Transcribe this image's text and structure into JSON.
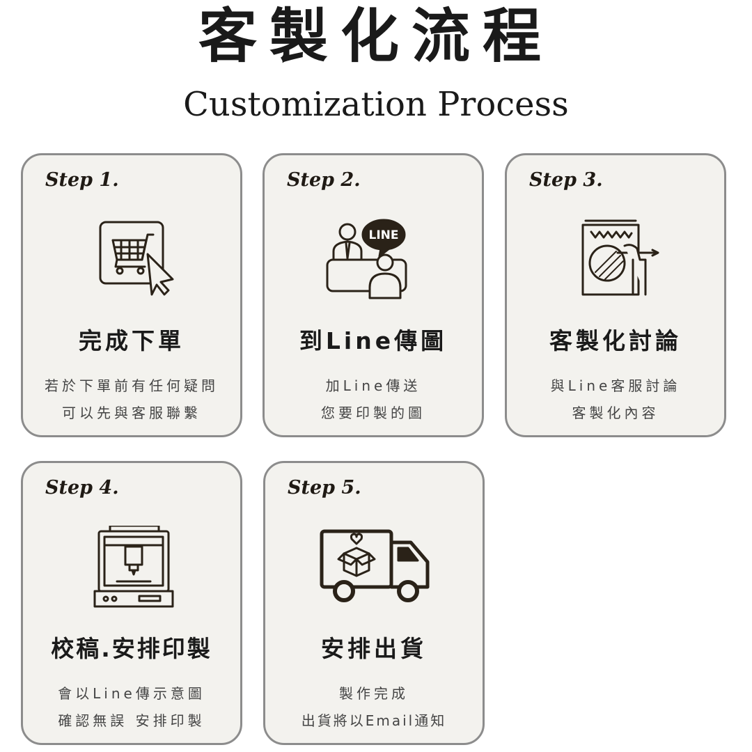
{
  "header": {
    "title": "客製化流程",
    "subtitle": "Customization Process"
  },
  "steps": [
    {
      "label": "Step 1.",
      "icon": "shopping-cart-click-icon",
      "heading": "完成下單",
      "lines": [
        "若於下單前有任何疑問",
        "可以先與客服聯繫"
      ]
    },
    {
      "label": "Step 2.",
      "icon": "line-chat-icon",
      "icon_text": "LINE",
      "heading": "到Line傳圖",
      "lines": [
        "加Line傳送",
        "您要印製的圖"
      ]
    },
    {
      "label": "Step 3.",
      "icon": "design-drawing-icon",
      "heading": "客製化討論",
      "lines": [
        "與Line客服討論",
        "客製化內容"
      ]
    },
    {
      "label": "Step 4.",
      "icon": "3d-printer-icon",
      "heading": "校稿.安排印製",
      "lines": [
        "會以Line傳示意圖",
        "確認無誤 安排印製"
      ]
    },
    {
      "label": "Step 5.",
      "icon": "delivery-truck-icon",
      "heading": "安排出貨",
      "lines": [
        "製作完成",
        "出貨將以Email通知"
      ]
    }
  ]
}
